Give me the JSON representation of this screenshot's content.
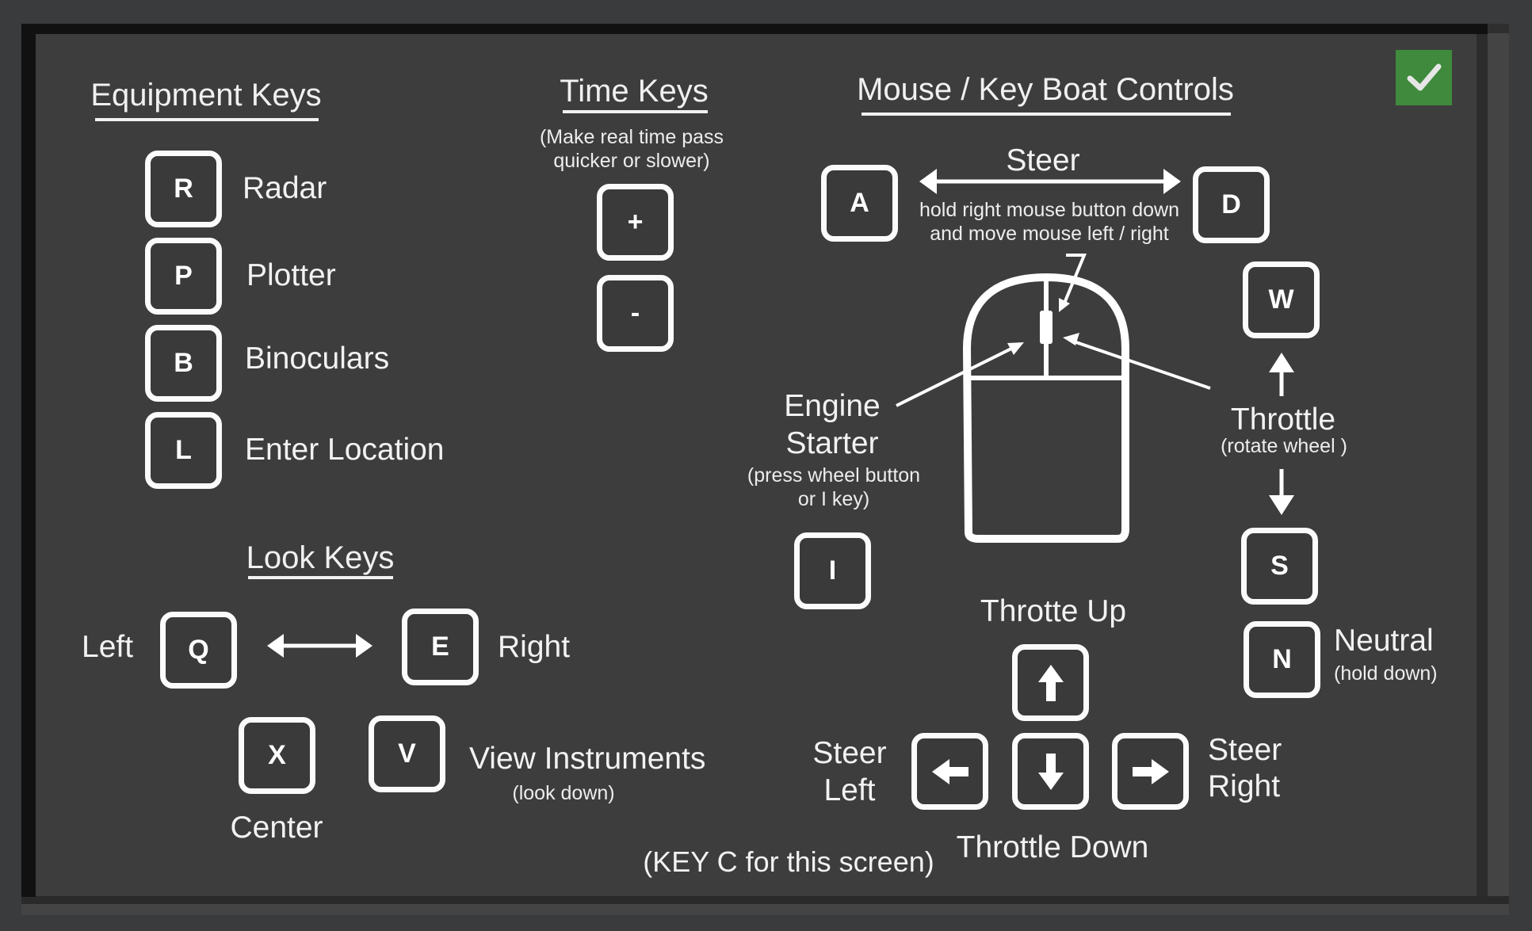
{
  "confirm_button": {
    "icon": "checkmark-icon",
    "color": "#3f8a3c"
  },
  "equipment": {
    "title": "Equipment Keys",
    "items": [
      {
        "key": "R",
        "label": "Radar"
      },
      {
        "key": "P",
        "label": "Plotter"
      },
      {
        "key": "B",
        "label": "Binoculars"
      },
      {
        "key": "L",
        "label": "Enter Location"
      }
    ]
  },
  "look": {
    "title": "Look Keys",
    "left_label": "Left",
    "left_key": "Q",
    "right_key": "E",
    "right_label": "Right",
    "center_key": "X",
    "center_label": "Center",
    "view_key": "V",
    "view_label": "View Instruments",
    "view_sub": "(look down)"
  },
  "time": {
    "title": "Time Keys",
    "subtitle_line1": "(Make real time pass",
    "subtitle_line2": "quicker or slower)",
    "faster_key": "+",
    "slower_key": "-"
  },
  "boat": {
    "title": "Mouse / Key Boat Controls",
    "steer_label": "Steer",
    "steer_left_key": "A",
    "steer_right_key": "D",
    "steer_hint_line1": "hold right mouse button down",
    "steer_hint_line2": "and move mouse left / right",
    "engine_line1": "Engine",
    "engine_line2": "Starter",
    "engine_hint_line1": "(press wheel button",
    "engine_hint_line2": "or I key)",
    "engine_key": "I",
    "throttle_up_key": "W",
    "throttle_label": "Throttle",
    "throttle_hint": "(rotate wheel )",
    "throttle_down_key": "S",
    "neutral_key": "N",
    "neutral_label": "Neutral",
    "neutral_hint": "(hold down)",
    "arrow_up_label": "Throtte Up",
    "arrow_down_label": "Throttle Down",
    "arrow_left_label_line1": "Steer",
    "arrow_left_label_line2": "Left",
    "arrow_right_label_line1": "Steer",
    "arrow_right_label_line2": "Right",
    "arrow_keys": {
      "up": "arrow-up-icon",
      "down": "arrow-down-icon",
      "left": "arrow-left-icon",
      "right": "arrow-right-icon"
    }
  },
  "footer_hint": "(KEY C for this screen)"
}
